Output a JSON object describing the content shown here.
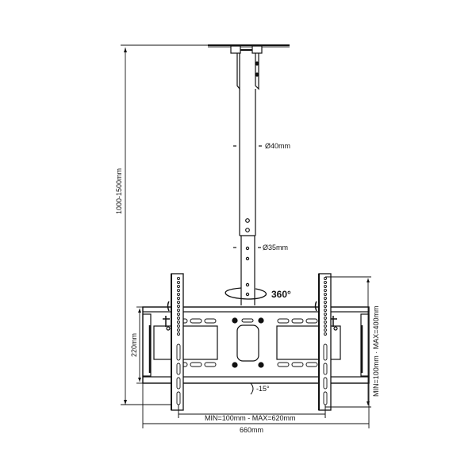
{
  "diagram": {
    "title": "Ceiling TV mount dimension drawing",
    "colors": {
      "line": "#111111",
      "background": "#ffffff"
    },
    "labels": {
      "total_height": "1000-1500mm",
      "upper_pole_diameter": "Ø40mm",
      "lower_pole_diameter": "Ø35mm",
      "rotation": "360°",
      "bracket_height": "220mm",
      "vertical_hole_range": "MIN=100mm  ·  MAX=400mm",
      "horizontal_hole_range": "MIN=100mm  -  MAX=620mm",
      "total_width": "660mm",
      "tilt": "-15°"
    },
    "components": [
      "ceiling-plate",
      "upper-pole",
      "lower-pole",
      "swivel-ring",
      "wall-plate",
      "left-vertical-arm",
      "right-vertical-arm"
    ]
  }
}
